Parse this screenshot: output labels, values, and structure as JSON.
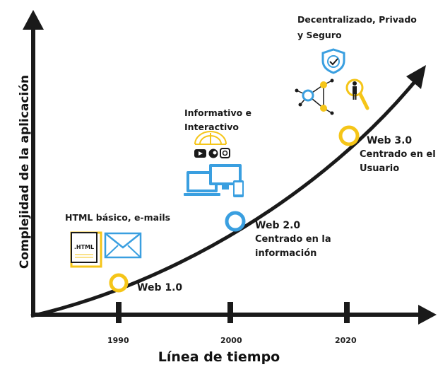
{
  "axes": {
    "x_label": "Línea de tiempo",
    "y_label": "Complejidad de la aplicación",
    "ticks": [
      "1990",
      "2000",
      "2020"
    ]
  },
  "stages": [
    {
      "name": "Web 1.0",
      "description": [],
      "caption": "HTML básico, e-mails",
      "color": "#F5C518"
    },
    {
      "name": "Web 2.0",
      "description": [
        "Centrado en la",
        "información"
      ],
      "caption": [
        "Informativo e",
        "Interactivo"
      ],
      "color": "#3A9FE0"
    },
    {
      "name": "Web 3.0",
      "description": [
        "Centrado en el",
        "Usuario"
      ],
      "caption": [
        "Decentralizado, Privado",
        "y Seguro"
      ],
      "color": "#F5C518"
    }
  ],
  "icons": {
    "web1": [
      "html-file-icon",
      "envelope-icon"
    ],
    "web2": [
      "wifi-icon",
      "youtube-icon",
      "social-icon",
      "instagram-icon",
      "devices-icon"
    ],
    "web3": [
      "shield-check-icon",
      "network-nodes-icon",
      "user-search-icon"
    ]
  },
  "html_file_text": ".HTML",
  "colors": {
    "axis": "#1a1a1a",
    "yellow": "#F5C518",
    "blue": "#3A9FE0"
  }
}
